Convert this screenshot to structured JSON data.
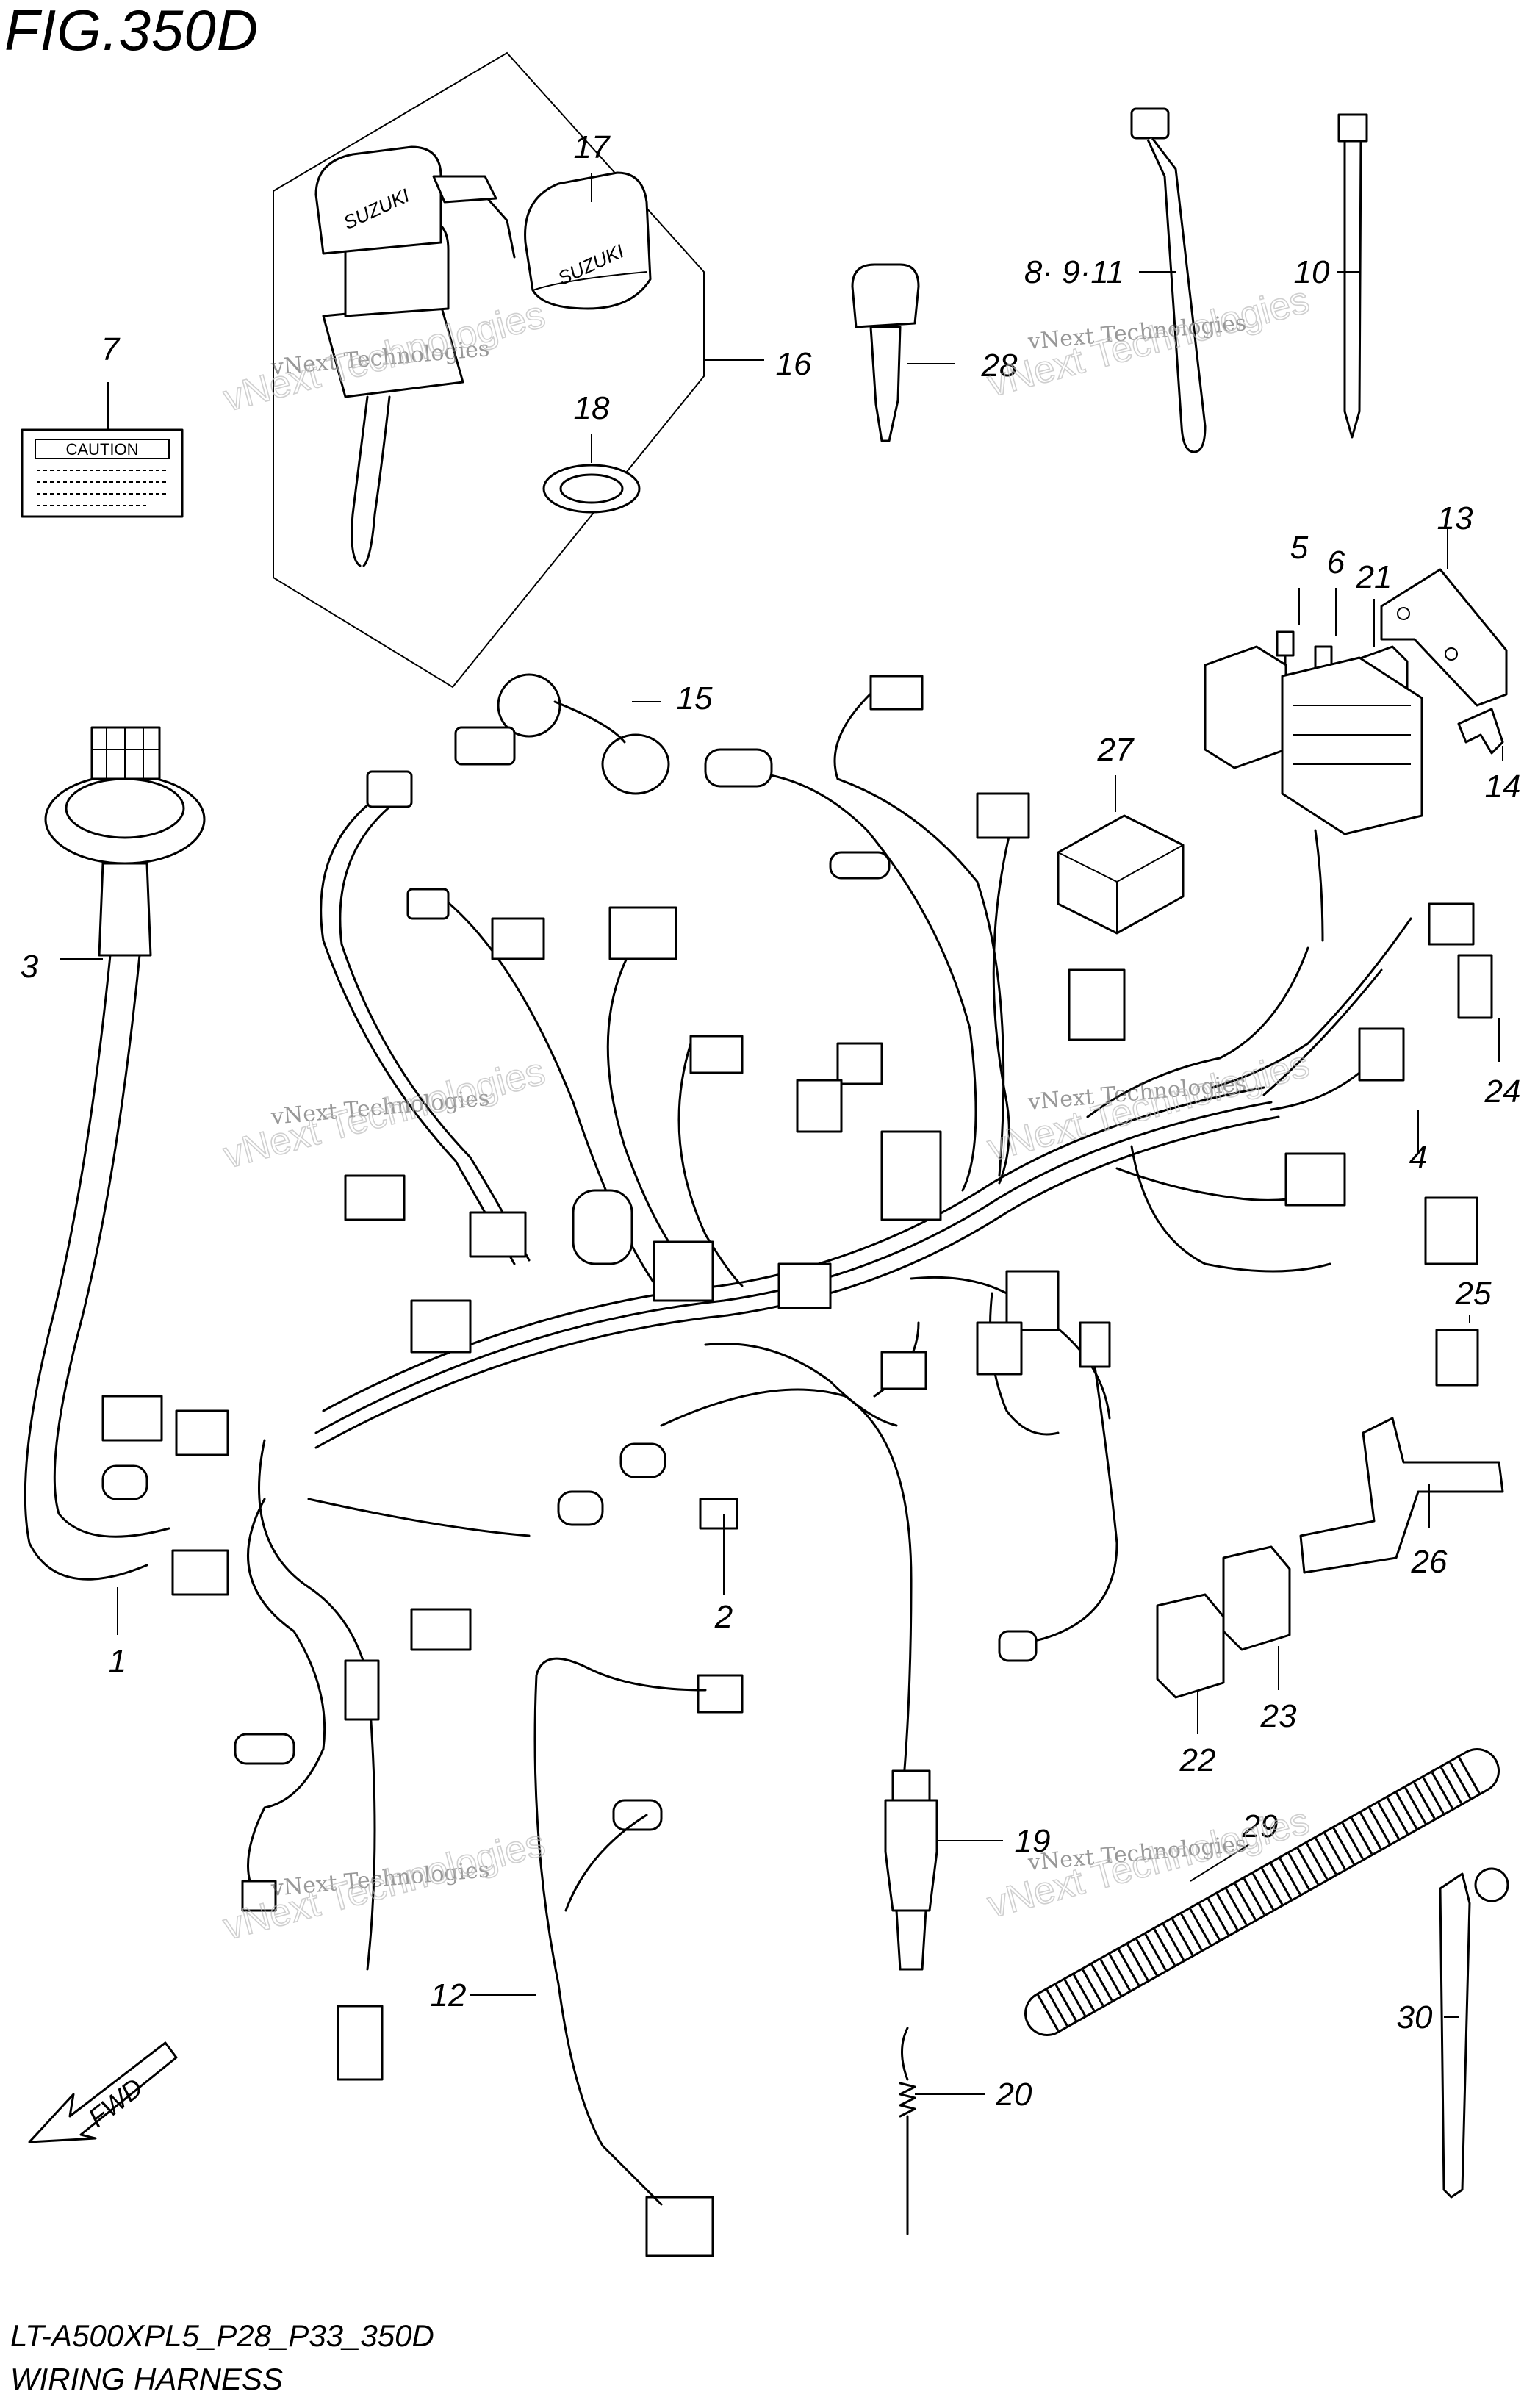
{
  "figure": {
    "title": "FIG.350D",
    "model_code": "LT-A500XPL5_P28_P33_350D",
    "subtitle": "WIRING HARNESS"
  },
  "caution_label_text": "CAUTION",
  "fwd_arrow_text": "FWD",
  "key_cap_brand": "SUZUKI",
  "watermark": {
    "line1": "vNext Technologies",
    "line2": "vNext Technologies"
  },
  "callouts": {
    "c1": "1",
    "c2": "2",
    "c3": "3",
    "c4": "4",
    "c5": "5",
    "c6": "6",
    "c7": "7",
    "c8911": "8· 9·11",
    "c10": "10",
    "c12": "12",
    "c13": "13",
    "c14": "14",
    "c15": "15",
    "c16": "16",
    "c17": "17",
    "c18": "18",
    "c19": "19",
    "c20": "20",
    "c21": "21",
    "c22": "22",
    "c23": "23",
    "c24": "24",
    "c25": "25",
    "c26": "26",
    "c27": "27",
    "c28": "28",
    "c29": "29",
    "c30": "30"
  }
}
